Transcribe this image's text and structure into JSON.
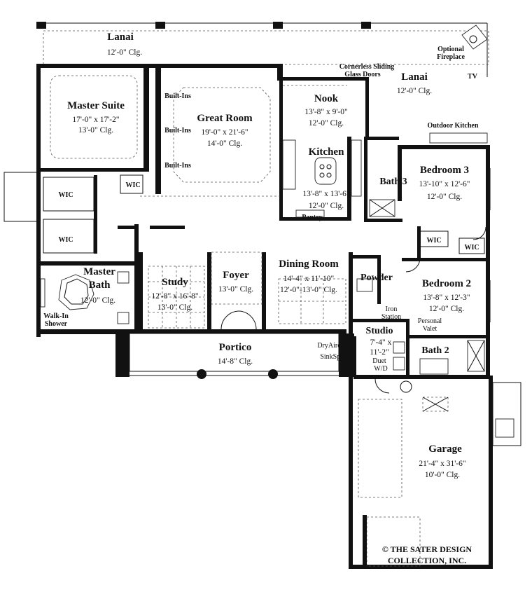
{
  "rooms": {
    "lanai_left": {
      "name": "Lanai",
      "clg": "12'-0\" Clg."
    },
    "lanai_right": {
      "name": "Lanai",
      "clg": "12'-0\" Clg."
    },
    "master_suite": {
      "name": "Master Suite",
      "size": "17'-0\" x 17'-2\"",
      "clg": "13'-0\" Clg."
    },
    "great_room": {
      "name": "Great Room",
      "size": "19'-0\" x 21'-6\"",
      "clg": "14'-0\" Clg."
    },
    "nook": {
      "name": "Nook",
      "size": "13'-8\" x 9'-0\"",
      "clg": "12'-0\" Clg."
    },
    "kitchen": {
      "name": "Kitchen",
      "size": "13'-8\" x 13'-6\"",
      "clg": "12'-0\" Clg."
    },
    "bath3": {
      "name": "Bath 3"
    },
    "bedroom3": {
      "name": "Bedroom 3",
      "size": "13'-10\" x 12'-6\"",
      "clg": "12'-0\" Clg."
    },
    "bedroom2": {
      "name": "Bedroom 2",
      "size": "13'-8\" x 12'-3\"",
      "clg": "12'-0\" Clg."
    },
    "master_bath": {
      "name1": "Master",
      "name2": "Bath",
      "clg": "12'-0\" Clg."
    },
    "study": {
      "name": "Study",
      "size": "12'-8\" x 16'-8\"",
      "clg": "13'-0\" Clg."
    },
    "foyer": {
      "name": "Foyer",
      "clg": "13'-0\" Clg."
    },
    "dining": {
      "name": "Dining Room",
      "size": "14'-4\" x 11'-10\"",
      "clg": "12'-0\"-13'-0\" Clg."
    },
    "powder": {
      "name": "Powder"
    },
    "studio": {
      "name": "Studio",
      "size1": "7'-4\" x",
      "size2": "11'-2\""
    },
    "bath2": {
      "name": "Bath 2"
    },
    "portico": {
      "name": "Portico",
      "clg": "14'-8\" Clg."
    },
    "garage": {
      "name": "Garage",
      "size": "21'-4\" x 31'-6\"",
      "clg": "10'-0\" Clg."
    }
  },
  "labels": {
    "optional_fireplace_1": "Optional",
    "optional_fireplace_2": "Fireplace",
    "tv": "TV",
    "sliding_doors_1": "Cornerless Sliding",
    "sliding_doors_2": "Glass Doors",
    "outdoor_kitchen": "Outdoor Kitchen",
    "built_ins": "Built-Ins",
    "wic": "WIC",
    "pantry": "Pantry",
    "walk_in_shower_1": "Walk-In",
    "walk_in_shower_2": "Shower",
    "iron_station_1": "Iron",
    "iron_station_2": "Station",
    "personal_valet_1": "Personal",
    "personal_valet_2": "Valet",
    "dryaire": "DryAire",
    "sinkspa": "SinkSpa",
    "duet_1": "Duet",
    "duet_2": "W/D"
  },
  "copyright": {
    "line1": "© THE SATER DESIGN",
    "line2": "COLLECTION, INC."
  }
}
